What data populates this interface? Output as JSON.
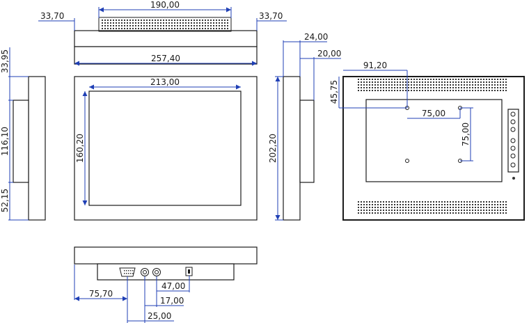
{
  "drawing": {
    "top_view": {
      "width_total": "257,40",
      "vent_width": "190,00",
      "margin_left": "33,70",
      "margin_right": "33,70"
    },
    "front_view": {
      "screen_width": "213,00",
      "screen_height": "160,20"
    },
    "left_side_view": {
      "top_offset": "33,95",
      "panel_height": "116,10",
      "bottom_offset": "52,15"
    },
    "right_side_view": {
      "depth_total": "24,00",
      "depth_step": "20,00",
      "height_total": "202,20"
    },
    "rear_view": {
      "hole_offset_x": "91,20",
      "hole_offset_y": "45,75",
      "vesa_x": "75,00",
      "vesa_y": "75,00"
    },
    "bottom_view": {
      "conn_offset_left": "75,70",
      "conn_spacing_a": "25,00",
      "conn_spacing_b": "17,00",
      "conn_spacing_c": "47,00"
    }
  }
}
